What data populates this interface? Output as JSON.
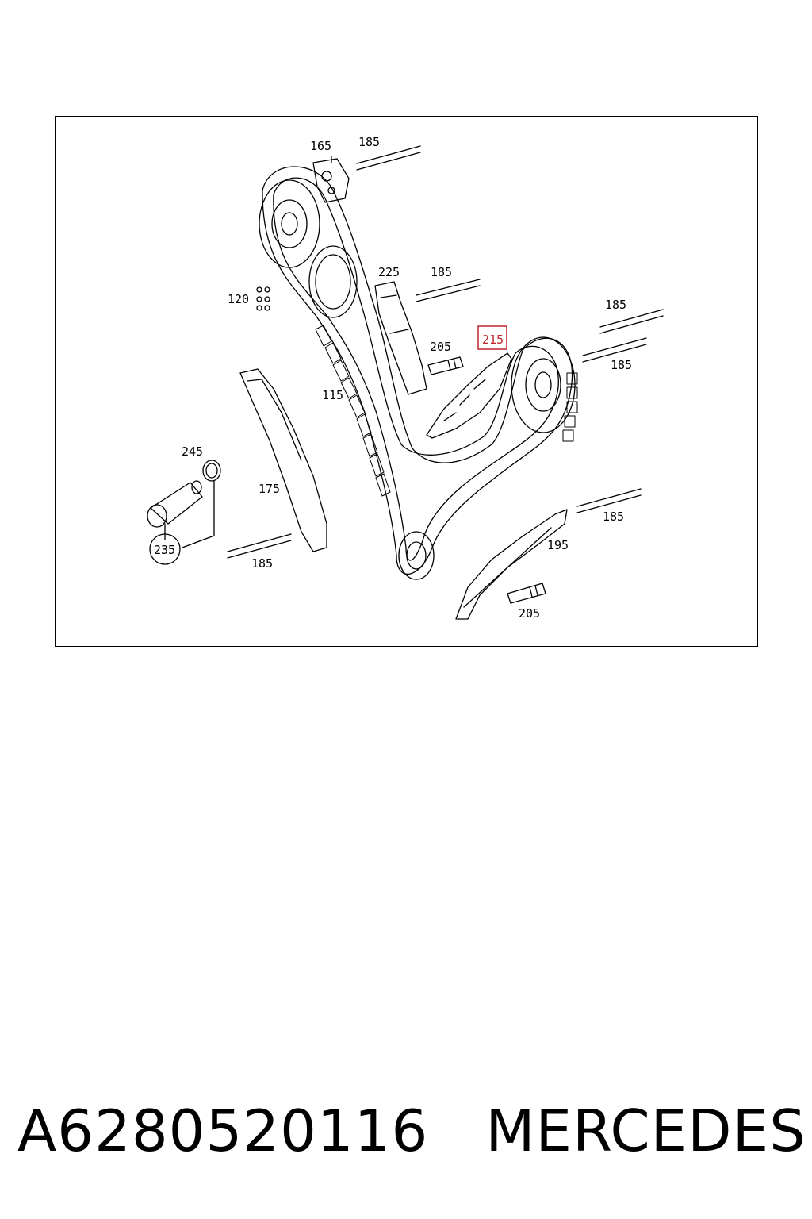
{
  "diagram": {
    "labels": {
      "l165": "165",
      "l185_top": "185",
      "l225": "225",
      "l185_mid": "185",
      "l120": "120",
      "l185_right_upper": "185",
      "l205_upper": "205",
      "l215": "215",
      "l185_right_lower": "185",
      "l115": "115",
      "l245": "245",
      "l175": "175",
      "l235": "235",
      "l185_bottom_left": "185",
      "l185_bottom_right": "185",
      "l195": "195",
      "l205_lower": "205"
    },
    "highlighted_label": "215",
    "highlight_color": "#c0272d"
  },
  "caption": {
    "part_number": "A6280520116",
    "brand": "MERCEDES"
  }
}
